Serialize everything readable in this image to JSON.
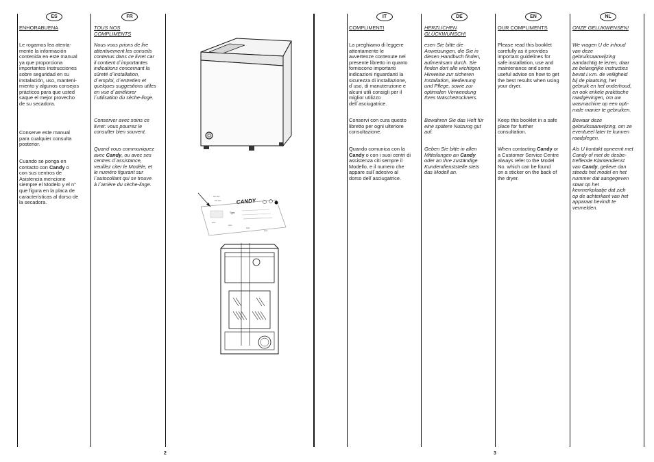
{
  "left_page": {
    "page_number": "2",
    "columns": [
      {
        "lang": "ES",
        "heading": "ENHORABUENA",
        "p1": "Le rogamos lea atenta-\nmente la información\ncontenida en este manual\nya que proporciona\nimportantes instrucciones\nsobre seguridad en su\ninstalación, uso, manteni-\nmiento y algunos consejos\nprácticos para que usted\nsaque el mejor provecho\nde su secadora.",
        "p2": "Conserve este manual\npara cualquier consulta\nposterior.",
        "p3_before": "Cuando se ponga en\ncontacto con ",
        "brand": "Candy",
        "p3_after": " o\ncon sus centros de\nAsistencia mencione\nsiempre el Modelo y el n°\nque figura en la placa de\ncaracterísticas al dorso de\nla secadora."
      },
      {
        "lang": "FR",
        "heading": "TOUS NOS\nCOMPLIMENTS",
        "p1": "Nous vous prions de lire\nattentivement les conseils\ncontenus dans ce livret car\nil contient d´importantes\nindications concernant la\nsûreté d´installation,\nd´emploi, d´entretien et\nquelques suggestions utiles\nen vue d´améliorer\nl´utilisation du sèche-linge.",
        "p2": "Conserver avec soins ce\nlivret: vous pourrez le\nconsulter bien souvent.",
        "p3_before": "Quand vous communiquez\navec ",
        "brand": "Candy",
        "p3_after": ", ou avec ses\ncentres d´assistance,\nveuillez citer le Modèle, et\nle numéro figurant sur\nl´autocollant qui se trouve\nà l´arrière du sèche-linge."
      }
    ],
    "label_texts": {
      "brand_logo": "CANDY",
      "type_label": "Type"
    }
  },
  "right_page": {
    "page_number": "3",
    "columns": [
      {
        "lang": "IT",
        "heading": "COMPLIMENTI",
        "p1": "La preghiamo di leggere\nattentamente le\navvertenze contenute nel\npresente libretto in quanto\nforniscono importanti\nindicazioni riguardanti la\nsicurezza di installazione,\nd´uso, di manutenzione e\nalcuni utili consigli per il\nmiglior utilizzo\ndell´asciugatrice.",
        "p2": "Conservi con cura questo\nlibretto per ogni ulteriore\nconsultazione.",
        "p3_before": "Quando comunica con la\n",
        "brand": "Candy",
        "p3_after": " o con i suoi centri di\nassistenza citi sempre il\nModello, e il numero che\nappare sull´adesivo al\ndorso dell´asciugatrice."
      },
      {
        "lang": "DE",
        "heading": "HERZLICHEN\nGLÜCKWUNSCH!",
        "p1": "esen Sie bitte die\nAnweisungen, die Sie in\ndiesen Handbuch finden,\naufmerksam durch. Sie\nfinden dort alle wichtigen\nHinweise zur sicheren\nInstallation,  Bedienung\nund Pflege, sowie zur\noptimalen Verwendung\nIhres Wäschetrockners.",
        "p2": "Bewahren Sie das Heft für\neine spätere Nutzung gut\nauf.",
        "p3_before": "Geben Sie bitte in allen\nMitteilungen an ",
        "brand": "Candy",
        "p3_after": "\noder an Ihre zuständige\nKundendienststelle stets\ndas Modell an."
      },
      {
        "lang": "EN",
        "heading": "OUR COMPLIMENTS",
        "p1": "Please read this booklet\ncarefully as it provides\nimportant guidelines for\nsafe installation, use and\nmaintenance and some\nuseful advise on how to get\nthe best results when using\nyour dryer.",
        "p2": "Keep this booklet in a safe\nplace for further\nconsultation.",
        "p3_before": "When contacting ",
        "brand": "Candy",
        "p3_after": " or\na Customer Service Centre\nalways refer to the Model\nNo. which can be found\non a sticker on the back of\nthe dryer."
      },
      {
        "lang": "NL",
        "heading": "ONZE GELUKWENSEN!",
        "p1": "We vragen U de inhoud\nvan deze\ngebruiksaanwijzing\naandachtig te lezen, daar\nze belangrijke instructies\nbevat i.v.m. de veiligheid\nbij de plaatsing, het\ngebruik en het onderhoud,\nen ook enkele praktische\nraadgevingen, om uw\nwasmachine op een opti-\nmale manier te gebruiken.",
        "p2": "Bewaar deze\ngebruiksaanwijzing, om ze\neventueel later te kunnen\nraadplegen.",
        "p3_before": "Als U kontakt opneemt met\nCandy of met de desbe-\ntreffende Klantendienst\nvan ",
        "brand": "Candy",
        "p3_after": ", gelieve dan\nsteeds het model en het\nnummer dat aangegeven\nstaat op het\nkenmerkplaatje dat zich\nop de achterkant van het\napparaat bevindt te\nvermelden."
      }
    ]
  }
}
